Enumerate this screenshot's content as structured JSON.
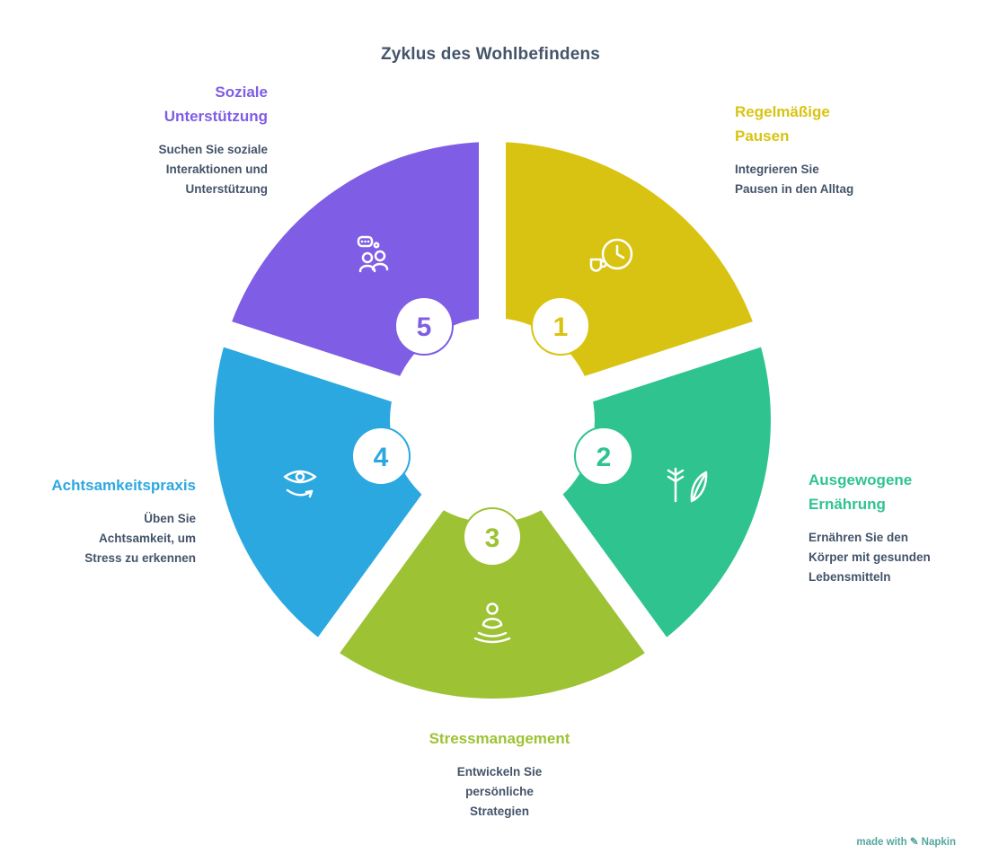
{
  "title": "Zyklus des Wohlbefindens",
  "watermark": "made with ✎ Napkin",
  "text_color": "#44546a",
  "segments": [
    {
      "number": "1",
      "heading": "Regelmäßige\nPausen",
      "description": "Integrieren Sie\nPausen in den Alltag",
      "color": "#d9c312",
      "icon": "coffee-break-clock-icon"
    },
    {
      "number": "2",
      "heading": "Ausgewogene\nErnährung",
      "description": "Ernähren Sie den\nKörper mit gesunden\nLebensmitteln",
      "color": "#2fc48f",
      "icon": "nutrition-leaf-icon"
    },
    {
      "number": "3",
      "heading": "Stressmanagement",
      "description": "Entwickeln Sie\npersönliche\nStrategien",
      "color": "#9dc234",
      "icon": "meditation-person-icon"
    },
    {
      "number": "4",
      "heading": "Achtsamkeitspraxis",
      "description": "Üben Sie\nAchtsamkeit, um\nStress zu erkennen",
      "color": "#2ca8e0",
      "icon": "mindfulness-eye-icon"
    },
    {
      "number": "5",
      "heading": "Soziale\nUnterstützung",
      "description": "Suchen Sie soziale\nInteraktionen und\nUnterstützung",
      "color": "#7f5de5",
      "icon": "social-support-people-icon"
    }
  ]
}
